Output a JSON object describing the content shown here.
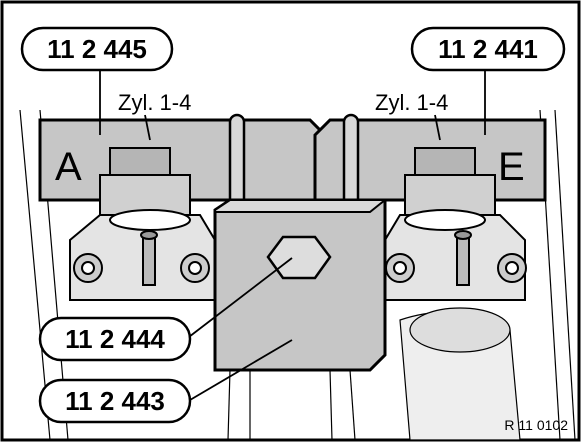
{
  "callouts": {
    "top_left": "11 2 445",
    "top_right": "11 2 441",
    "mid_left": "11 2 444",
    "bottom_left": "11 2 443"
  },
  "labels": {
    "cyl_left": "Zyl. 1-4",
    "cyl_right": "Zyl. 1-4",
    "block_left": "A",
    "block_right": "E"
  },
  "figure_ref": "R 11 0102"
}
